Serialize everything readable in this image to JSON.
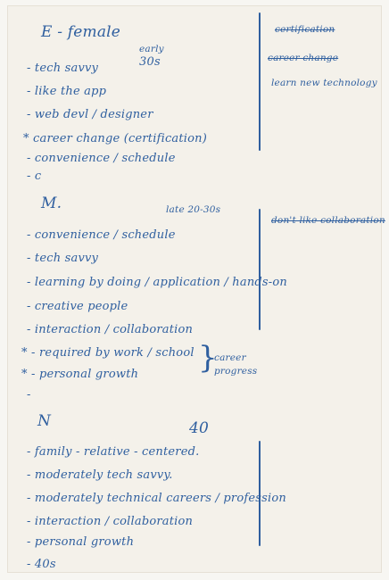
{
  "sections": {
    "E": {
      "heading": "E - female",
      "age_note_top": "early",
      "age_note_bottom": "30s",
      "items": [
        "- tech savvy",
        "- like the app",
        "- web devl / designer",
        "* career change (certification)",
        "- convenience / schedule",
        "- c"
      ]
    },
    "M": {
      "heading": "M.",
      "age_note": "late 20-30s",
      "items": [
        "- convenience / schedule",
        "- tech savvy",
        "- learning by doing / application / hands-on",
        "- creative people",
        "- interaction / collaboration",
        "* - required by work / school",
        "* - personal growth",
        "-"
      ],
      "brace_label_top": "career",
      "brace_label_bottom": "progress"
    },
    "N": {
      "heading": "N",
      "age_note": "40",
      "items": [
        "- family - relative - centered.",
        "- moderately tech savvy.",
        "- moderately technical careers / profession",
        "- interaction / collaboration",
        "- personal growth",
        "- 40s"
      ]
    }
  },
  "right_notes": {
    "certification": "certification",
    "career_change": "career change",
    "learn_new_technology": "learn new technology",
    "dont_like_collaboration": "don't like collaboration"
  },
  "colors": {
    "ink": "#2f5f9f",
    "paper": "#f4f1ea"
  }
}
